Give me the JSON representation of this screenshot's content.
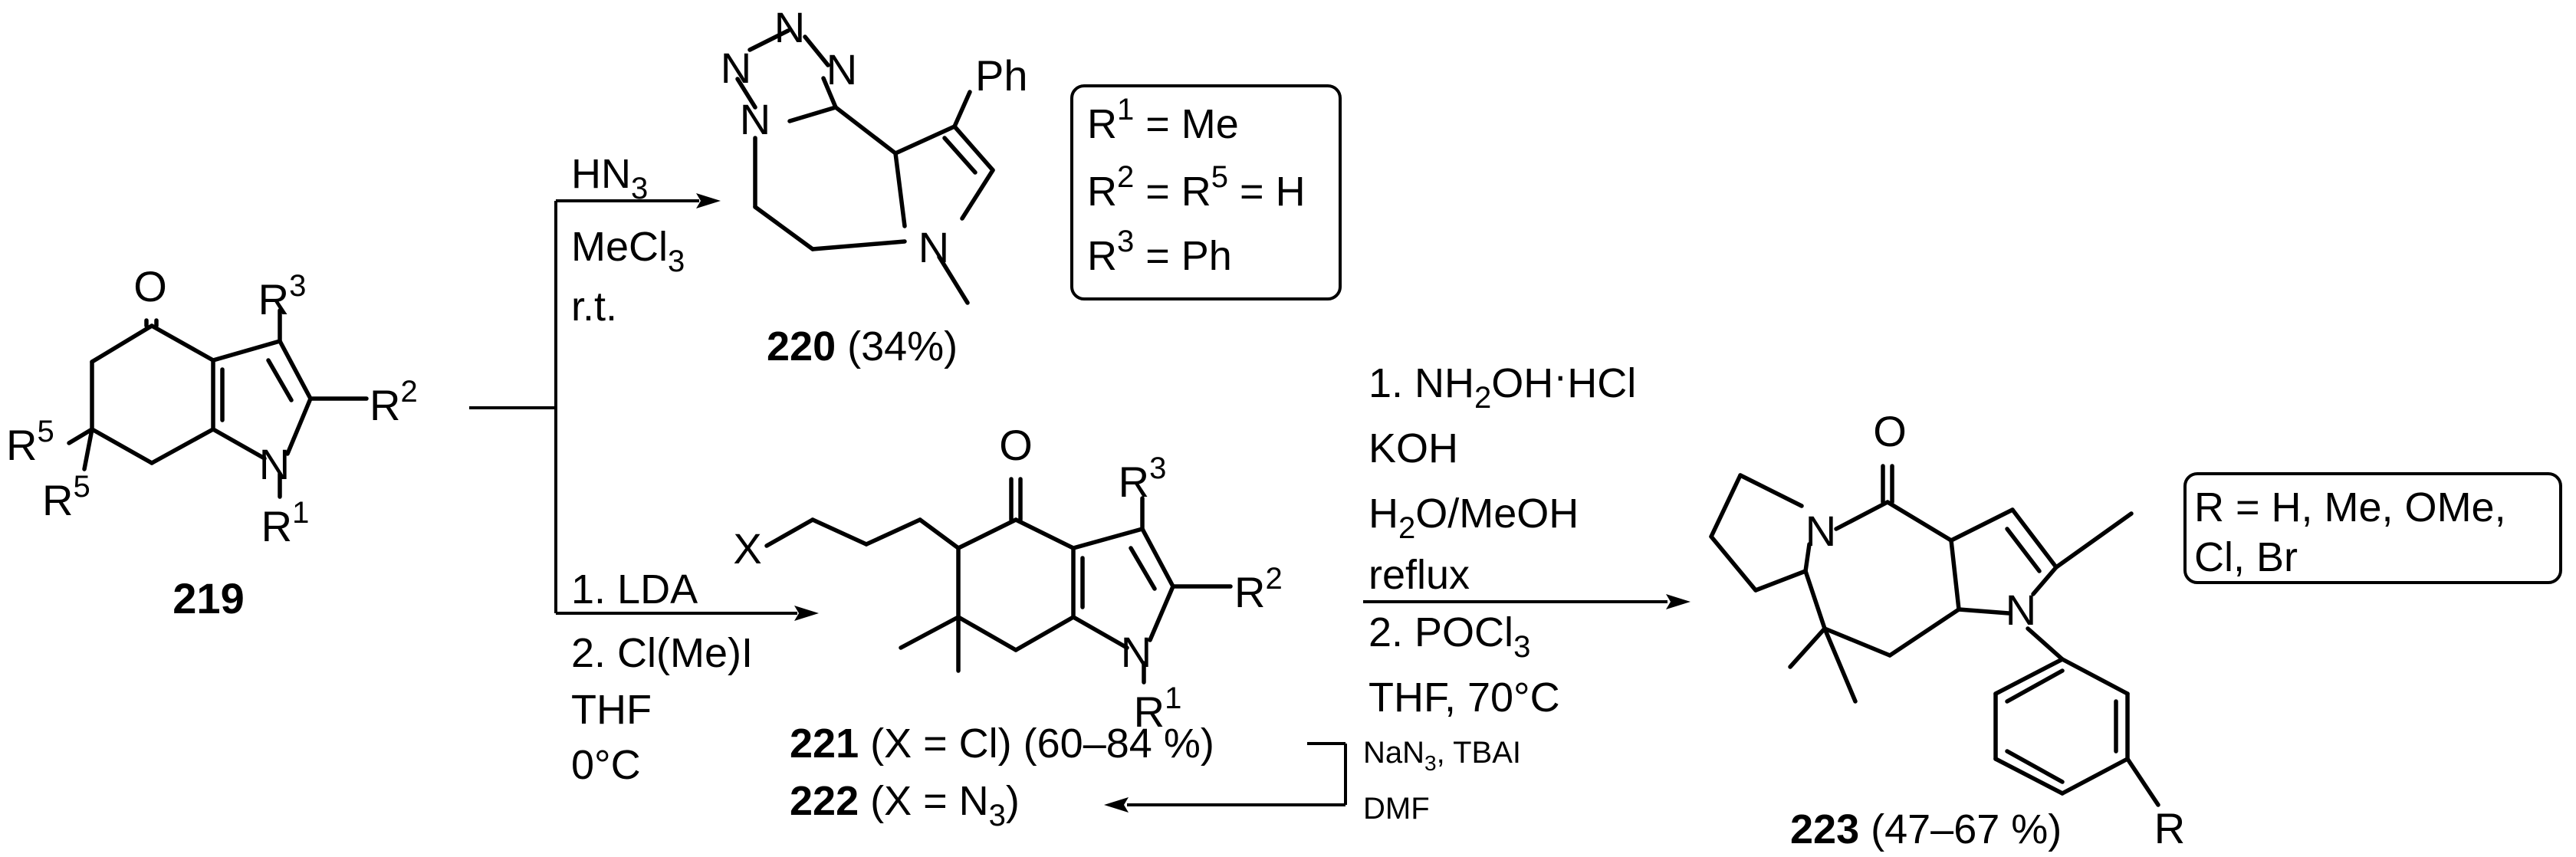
{
  "compounds": {
    "c219": {
      "number": "219",
      "substituents": {
        "R1": "R",
        "R1_sup": "1",
        "R2": "R",
        "R2_sup": "2",
        "R3": "R",
        "R3_sup": "3",
        "R5": "R",
        "R5_sup": "5"
      }
    },
    "c220": {
      "number": "220",
      "yield": "(34%)",
      "substituent_ph": "Ph"
    },
    "c221": {
      "number": "221",
      "x_label": "(X = Cl)",
      "yield": "(60–84 %)"
    },
    "c222": {
      "number": "222",
      "x_label_pre": "(X = N",
      "x_label_sub": "3",
      "x_label_post": ")"
    },
    "c223": {
      "number": "223",
      "yield": "(47–67 %)",
      "substituent_r": "R"
    }
  },
  "atoms": {
    "oxygen": "O",
    "nitrogen": "N",
    "x_group": "X"
  },
  "boxes": {
    "box220": {
      "line1_pre": "R",
      "line1_sup": "1",
      "line1_post": " = Me",
      "line2_pre": "R",
      "line2_sup": "2",
      "line2_mid": " = R",
      "line2_sup2": "5",
      "line2_post": " = H",
      "line3_pre": "R",
      "line3_sup": "3",
      "line3_post": " = Ph"
    },
    "box223": {
      "line1": "R = H, Me, OMe,",
      "line2": "Cl, Br"
    }
  },
  "conditions": {
    "to220": {
      "line1_pre": "HN",
      "line1_sub": "3",
      "line2_pre": "MeCl",
      "line2_sub": "3",
      "line3": "r.t."
    },
    "to221": {
      "line1": "1. LDA",
      "line2": "2. Cl(Me)I",
      "line3": "THF",
      "line4": "0°C"
    },
    "to223": {
      "line1_pre": "1. NH",
      "line1_sub": "2",
      "line1_mid": "OH",
      "line1_dot": "·",
      "line1_post": "HCl",
      "line2": "KOH",
      "line3_pre": "H",
      "line3_sub": "2",
      "line3_post": "O/MeOH",
      "line4": "reflux",
      "line5_pre": "2. POCl",
      "line5_sub": "3",
      "line6": "THF, 70°C"
    },
    "to222": {
      "line1_pre": "NaN",
      "line1_sub": "3",
      "line1_post": ", TBAI",
      "line2": "DMF"
    }
  }
}
